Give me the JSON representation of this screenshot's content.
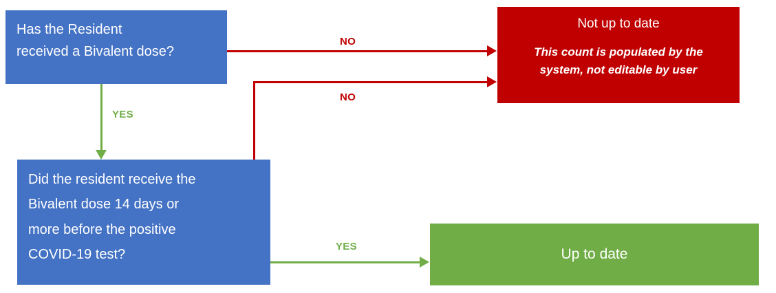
{
  "colors": {
    "node_blue": "#4472C4",
    "node_red": "#C00000",
    "node_green": "#70AD47",
    "text_white": "#FFFFFF"
  },
  "nodes": {
    "question1": {
      "text": "Has the Resident\nreceived a Bivalent dose?"
    },
    "question2": {
      "text": "Did the resident receive the\nBivalent dose 14 days or\nmore before the positive\nCOVID-19 test?"
    },
    "not_up_to_date": {
      "title": "Not up to date",
      "note": "This count is populated by the\nsystem, not editable by user"
    },
    "up_to_date": {
      "text": "Up to date"
    }
  },
  "edges": {
    "q1_no": {
      "label": "NO"
    },
    "q1_yes": {
      "label": "YES"
    },
    "q2_no": {
      "label": "NO"
    },
    "q2_yes": {
      "label": "YES"
    }
  }
}
